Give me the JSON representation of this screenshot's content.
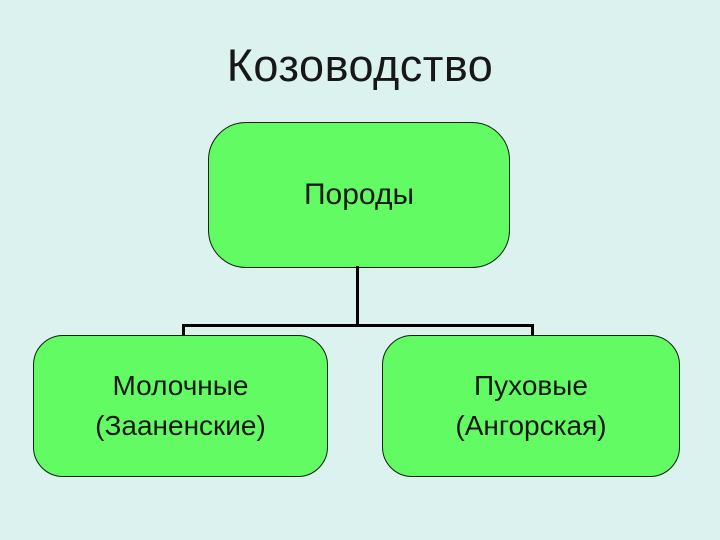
{
  "title": "Козоводство",
  "colors": {
    "background": "#dbf2ee",
    "node_fill": "#63fb63",
    "node_border": "#0c230c",
    "text": "#171717",
    "connector": "#000000"
  },
  "diagram": {
    "root": {
      "label": "Породы"
    },
    "children": [
      {
        "label": "Молочные",
        "sublabel": "(Зааненские)"
      },
      {
        "label": "Пуховые",
        "sublabel": "(Ангорская)"
      }
    ]
  }
}
